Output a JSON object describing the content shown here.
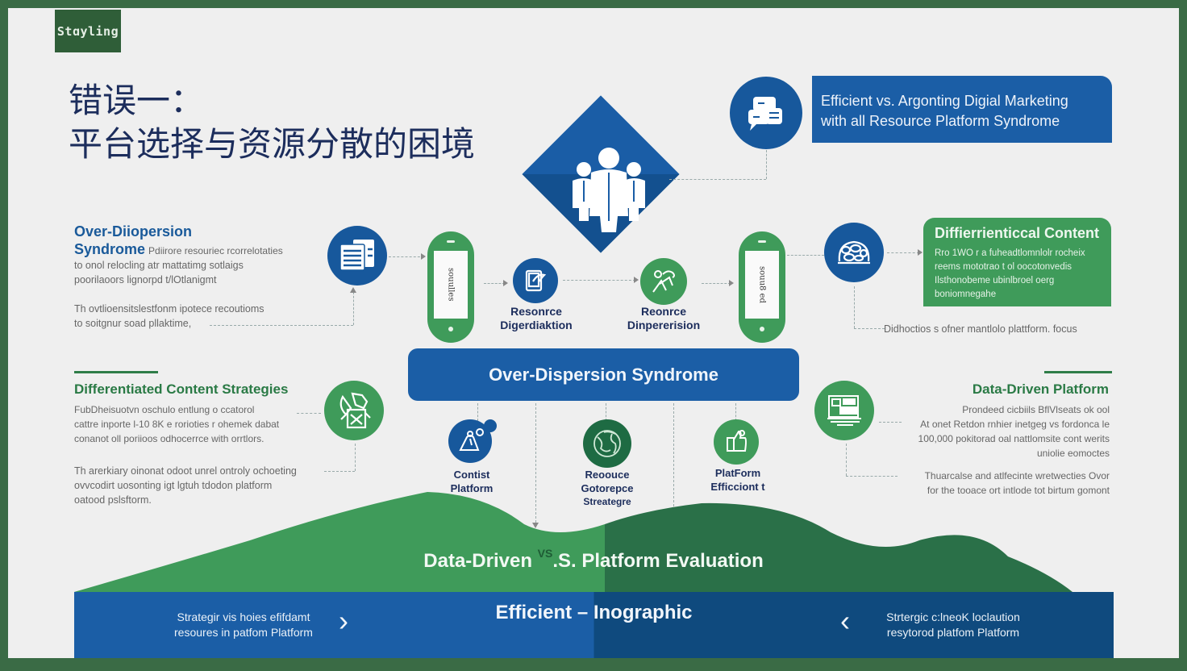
{
  "brand": {
    "label": "Stɑyling"
  },
  "title": {
    "line1": "错误一：",
    "line2": "平台选择与资源分散的困境"
  },
  "top_callout": {
    "icon": "chat-bubbles-icon",
    "text_line1": "Efficient vs. Argonting Digial Marketing",
    "text_line2": "with all Resource Platform Syndrome"
  },
  "center_icon": "team-people-icon",
  "left_top": {
    "heading_line1": "Over-Diiopersion",
    "heading_line2": "Syndrome",
    "inline_desc": "Pdiirore resouriec rcorrelotaties",
    "desc_lines": [
      "to onol relocling atr mattatimg sotlaigs",
      "poorilaoors lignorpd t/lOtlanigmt"
    ],
    "note_lines": [
      "Th ovtlioensitslestfonm ipotece recoutioms",
      "to soitgnur soad pllaktime,"
    ],
    "icon": "documents-icon"
  },
  "flow_row": {
    "phone_left": {
      "screen_text": "souulles",
      "icon": "phone-icon"
    },
    "node1": {
      "label_line1": "Resonrce",
      "label_line2": "Digerdiaktion",
      "icon": "tablet-hand-icon"
    },
    "node2": {
      "label_line1": "Reonrce",
      "label_line2": "Dinpererision",
      "icon": "growth-sprout-icon"
    },
    "phone_right": {
      "screen_text": "souu8 ed",
      "icon": "phone-icon"
    }
  },
  "right_top": {
    "icon": "brain-network-icon",
    "heading": "Diffierrienticcal Content",
    "body_lines": [
      "Rro 1WO r a fuheadtlomnlolr rocheix",
      "reems mototrao t ol oocotonvedis",
      "Ilsthonobeme ubinlbroel oerg",
      "boniomnegahe"
    ],
    "note": "Didhoctios s ofner mantlolo plattform. focus"
  },
  "banner": {
    "label": "Over-Dispersion Syndrome"
  },
  "left_bottom": {
    "heading": "Differentiated Content Strategies",
    "desc_lines": [
      "FubDheisuotvn oschulo entlung o ccatorol",
      "cattre inporte l-10 8K e rorioties r ohemek dabat",
      "conanot oll poriioos odhocerrce with orrtlors."
    ],
    "note_lines": [
      "Th arerkiary oinonat odoot unrel ontroly ochoeting",
      "ovvcodirt uosonting igt lgtuh tdodon platform",
      "oatood pslsftorm."
    ],
    "icon": "creative-tools-icon"
  },
  "bottom_nodes": [
    {
      "label_line1": "Contist",
      "label_line2": "Platform",
      "icon": "content-bag-icon"
    },
    {
      "label_line1": "Reoouce",
      "label_line2": "Gotorepce",
      "label_line3": "Streategre",
      "icon": "globe-resource-icon"
    },
    {
      "label_line1": "PlatForm",
      "label_line2": "Efficciont t",
      "icon": "thumbs-up-icon"
    }
  ],
  "right_bottom": {
    "icon": "laptop-data-icon",
    "heading": "Data-Driven Platform",
    "desc_lines": [
      "Prondeed cicbiils BflVlseats ok ool",
      "At onet Retdon rnhier inetgeg vs fordonca le",
      "100,000 pokitorad oal nattlomsite cont werits",
      "uniolie eomoctes"
    ],
    "note_lines": [
      "Thuarcalse and atlfecinte wretwecties Ovor",
      "for the tooace ort intlode tot birtum gomont"
    ]
  },
  "evaluation": {
    "left": "Data-Driven",
    "vs": "VS",
    "right": ".S. Platform Evaluation"
  },
  "footer": {
    "title": "Efficient – Inographic",
    "left_note_line1": "Strategir vis hoies efifdamt",
    "left_note_line2": "resoures in patfom Platform",
    "right_note_line1": "Strtergic c:lneoK loclaution",
    "right_note_line2": "resytorod platfom Platform",
    "next_icon": "chevron-right-icon",
    "prev_icon": "chevron-left-icon"
  },
  "colors": {
    "frame": "#3a6b45",
    "background": "#efefef",
    "blue": "#1b5ea6",
    "dark_blue": "#0f4a7e",
    "green": "#3f9b5a",
    "dark_green": "#2a7048",
    "title_navy": "#1c2d5c"
  }
}
